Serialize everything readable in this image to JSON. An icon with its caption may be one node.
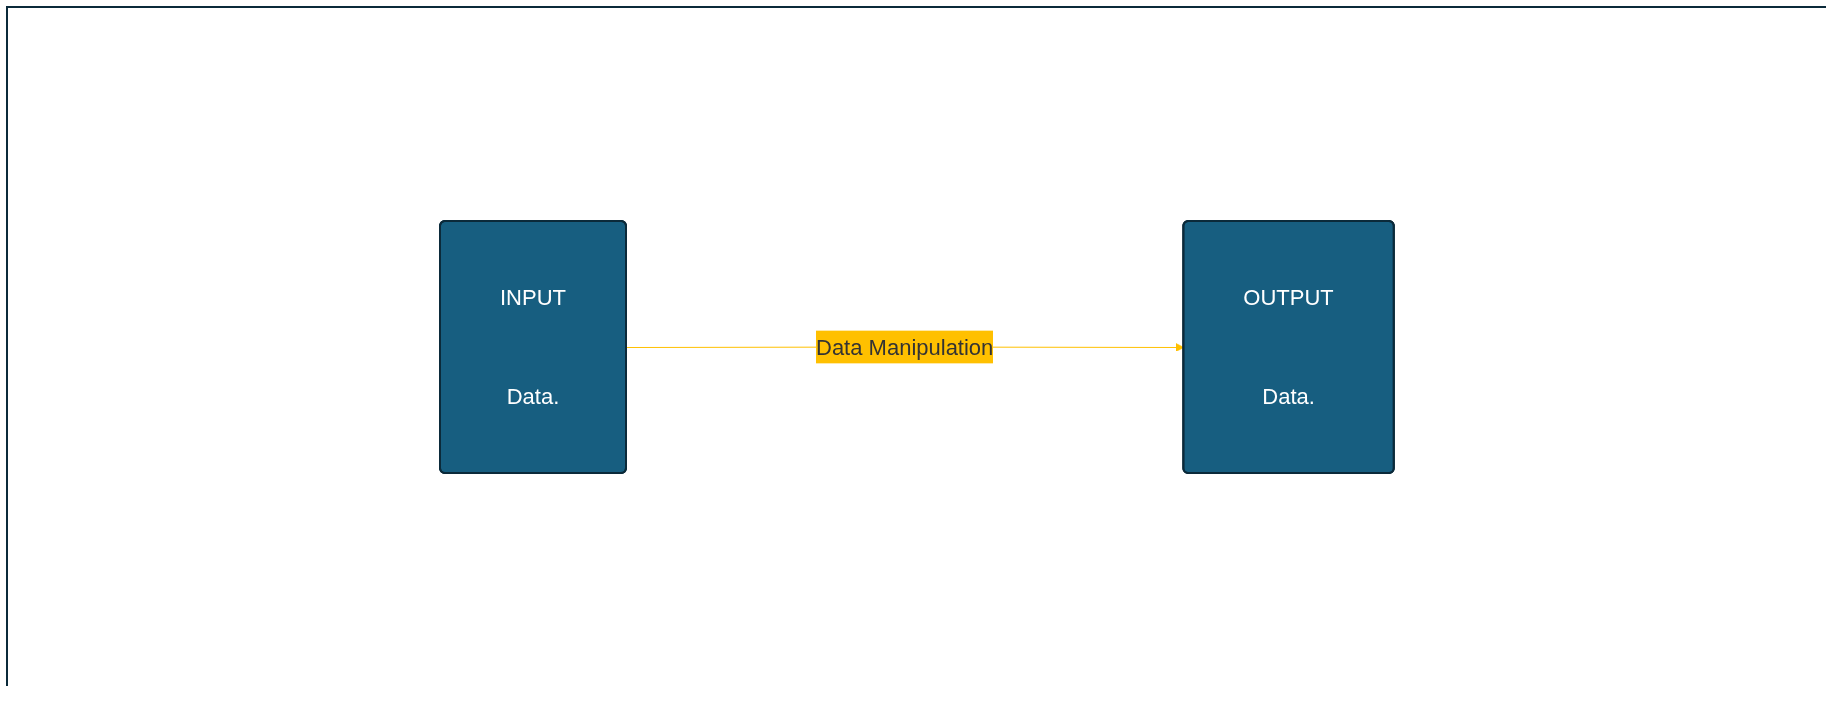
{
  "diagram": {
    "nodes": [
      {
        "text": [
          "INPUT",
          "Data."
        ]
      },
      {
        "text": [
          "OUTPUT",
          "Data."
        ]
      }
    ],
    "edges": [
      {
        "from": 0,
        "to": 1,
        "arrow": "to",
        "label": "Data Manipulation",
        "color": "#ffc000"
      }
    ]
  }
}
